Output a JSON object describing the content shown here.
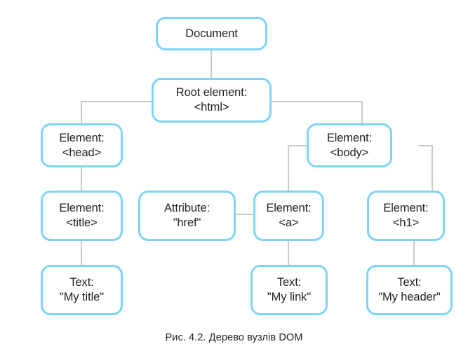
{
  "figure": {
    "caption": "Рис. 4.2. Дерево вузлів DOM",
    "border_color": "#7FD4F5",
    "connector_color": "#c9c9c9",
    "text_color": "#231f20",
    "background": "#ffffff"
  },
  "nodes": {
    "document": {
      "line1": "Document",
      "line2": ""
    },
    "root_html": {
      "line1": "Root element:",
      "line2": "<html>"
    },
    "head": {
      "line1": "Element:",
      "line2": "<head>"
    },
    "body": {
      "line1": "Element:",
      "line2": "<body>"
    },
    "title": {
      "line1": "Element:",
      "line2": "<title>"
    },
    "attribute_href": {
      "line1": "Attribute:",
      "line2": "\"href\""
    },
    "anchor": {
      "line1": "Element:",
      "line2": "<a>"
    },
    "h1": {
      "line1": "Element:",
      "line2": "<h1>"
    },
    "text_title": {
      "line1": "Text:",
      "line2": "\"My title\""
    },
    "text_link": {
      "line1": "Text:",
      "line2": "\"My link\""
    },
    "text_header": {
      "line1": "Text:",
      "line2": "\"My header\""
    }
  }
}
